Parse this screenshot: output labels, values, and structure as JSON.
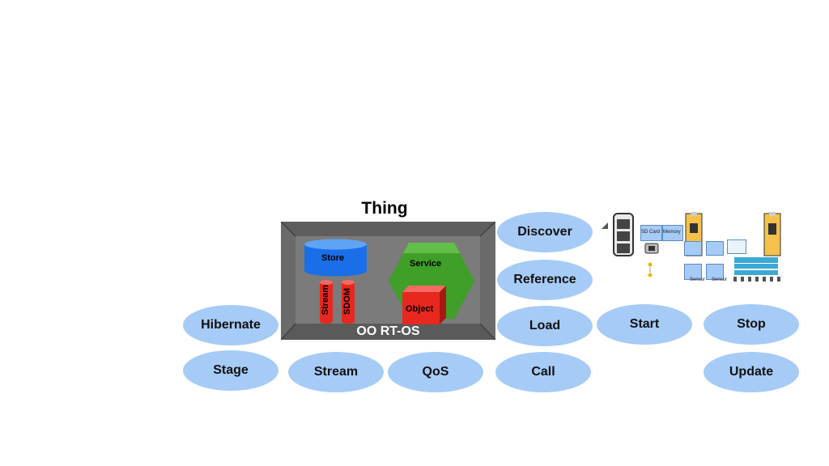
{
  "thing_title": "Thing",
  "os_label": "OO RT-OS",
  "components": {
    "store": "Store",
    "service": "Service",
    "stream": "Stream",
    "sdom": "SDOM",
    "object": "Object"
  },
  "ovals": {
    "discover": "Discover",
    "reference": "Reference",
    "load": "Load",
    "start": "Start",
    "stop": "Stop",
    "hibernate": "Hibernate",
    "stage": "Stage",
    "stream": "Stream",
    "qos": "QoS",
    "call": "Call",
    "update": "Update"
  },
  "hardware": {
    "sd_card": "SD Card",
    "memory": "Memory",
    "sensor_1": "Sensor",
    "sensor_2": "Sensor"
  },
  "colors": {
    "oval_fill": "#a6cbf6",
    "store_blue": "#1a6ee8",
    "stream_red": "#e8271e",
    "service_green": "#3f9f28",
    "os_gray": "#8a8a8a"
  }
}
